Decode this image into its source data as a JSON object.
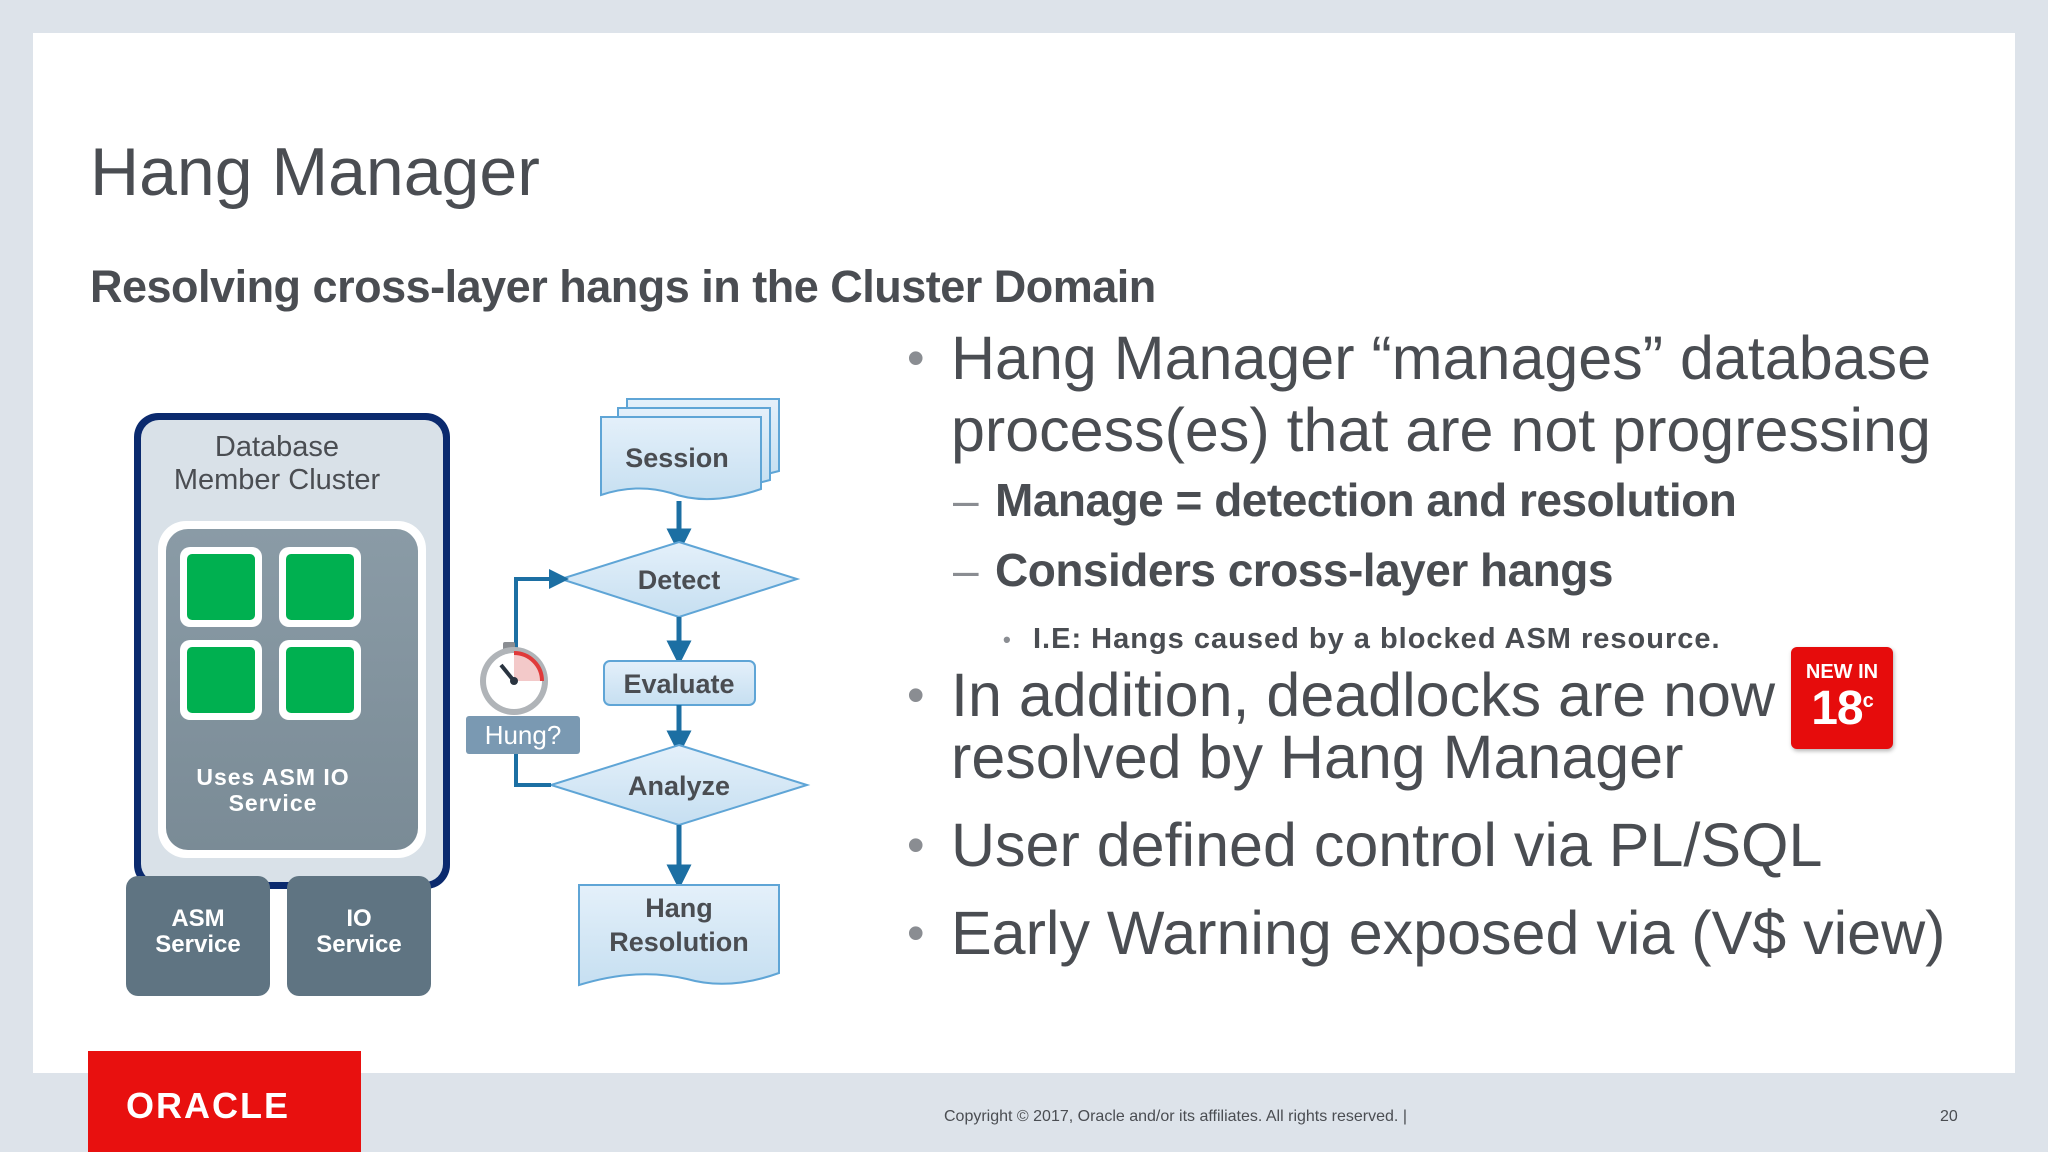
{
  "slide": {
    "title": "Hang Manager",
    "subtitle": "Resolving cross-layer hangs in the Cluster Domain",
    "page_number": "20",
    "copyright": "Copyright © 2017, Oracle and/or its affiliates. All rights reserved.  |",
    "logo_text": "ORACLE"
  },
  "bullets": {
    "b1_line1": "Hang Manager “manages” database",
    "b1_line2": "process(es) that are not progressing",
    "b1_sub1": "Manage = detection and resolution",
    "b1_sub2": "Considers cross-layer hangs",
    "b1_sub2_sub": "I.E:  Hangs caused by a blocked ASM resource.",
    "b2_line1": "In addition, deadlocks are now",
    "b2_line2": "resolved by Hang Manager",
    "b3": "User defined control via PL/SQL",
    "b4": "Early Warning exposed via (V$ view)"
  },
  "badge": {
    "line1": "NEW IN",
    "line2": "18",
    "sup": "c",
    "color": "#e60c0c"
  },
  "cluster": {
    "title_line1": "Database",
    "title_line2": "Member Cluster",
    "inner_line1": "Uses ASM IO",
    "inner_line2": "Service",
    "asm_line1": "ASM",
    "asm_line2": "Service",
    "io_line1": "IO",
    "io_line2": "Service"
  },
  "flow": {
    "session": "Session",
    "detect": "Detect",
    "evaluate": "Evaluate",
    "analyze": "Analyze",
    "resolution_line1": "Hang",
    "resolution_line2": "Resolution",
    "hung": "Hung?"
  },
  "colors": {
    "brand_red": "#e8100f",
    "node_green": "#00b050",
    "cluster_border": "#0b2a6e",
    "service_slate": "#5f7482",
    "flow_fill": "#d4e7f5",
    "arrow_blue": "#1c6fa3"
  }
}
